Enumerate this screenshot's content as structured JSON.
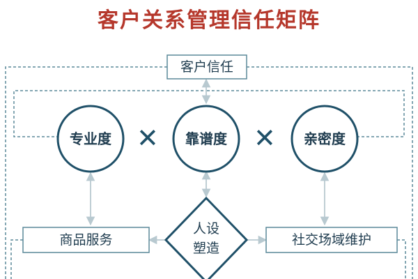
{
  "title": "客户关系管理信任矩阵",
  "nodes": {
    "top": "客户信任",
    "professional": "专业度",
    "reliability": "靠谱度",
    "intimacy": "亲密度",
    "left_box": "商品服务",
    "right_box": "社交场域维护",
    "center_line1": "人设",
    "center_line2": "塑造"
  },
  "operators": {
    "times": "✕"
  },
  "colors": {
    "title": "#b5372b",
    "line": "#1f5068",
    "dashed": "#5a8899",
    "arrow": "#b8c9d0"
  }
}
